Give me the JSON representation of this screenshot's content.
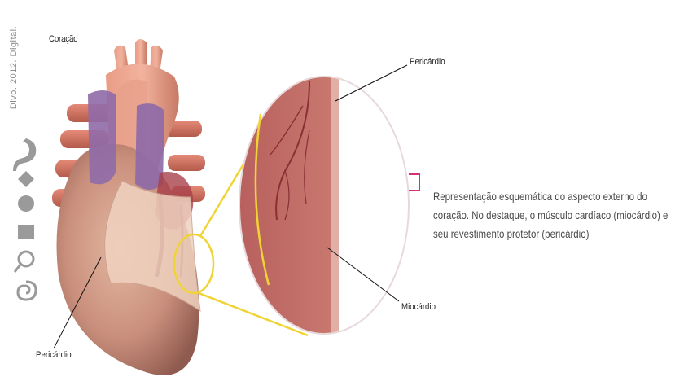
{
  "figure": {
    "title": "Coração",
    "credit": "Divo. 2012. Digital.",
    "labels": {
      "pericardio_top": "Pericárdio",
      "miocardio": "Miocárdio",
      "pericardio_bottom": "Pericárdio"
    },
    "caption": "Representação esquemática do aspecto externo do coração. No destaque, o músculo cardíaco (miocárdio) e seu revestimento protetor (pericárdio)"
  },
  "colors": {
    "accent_marker": "#d4317a",
    "zoom_ring": "#f0d436",
    "logo_gray": "#9a9a9a"
  }
}
